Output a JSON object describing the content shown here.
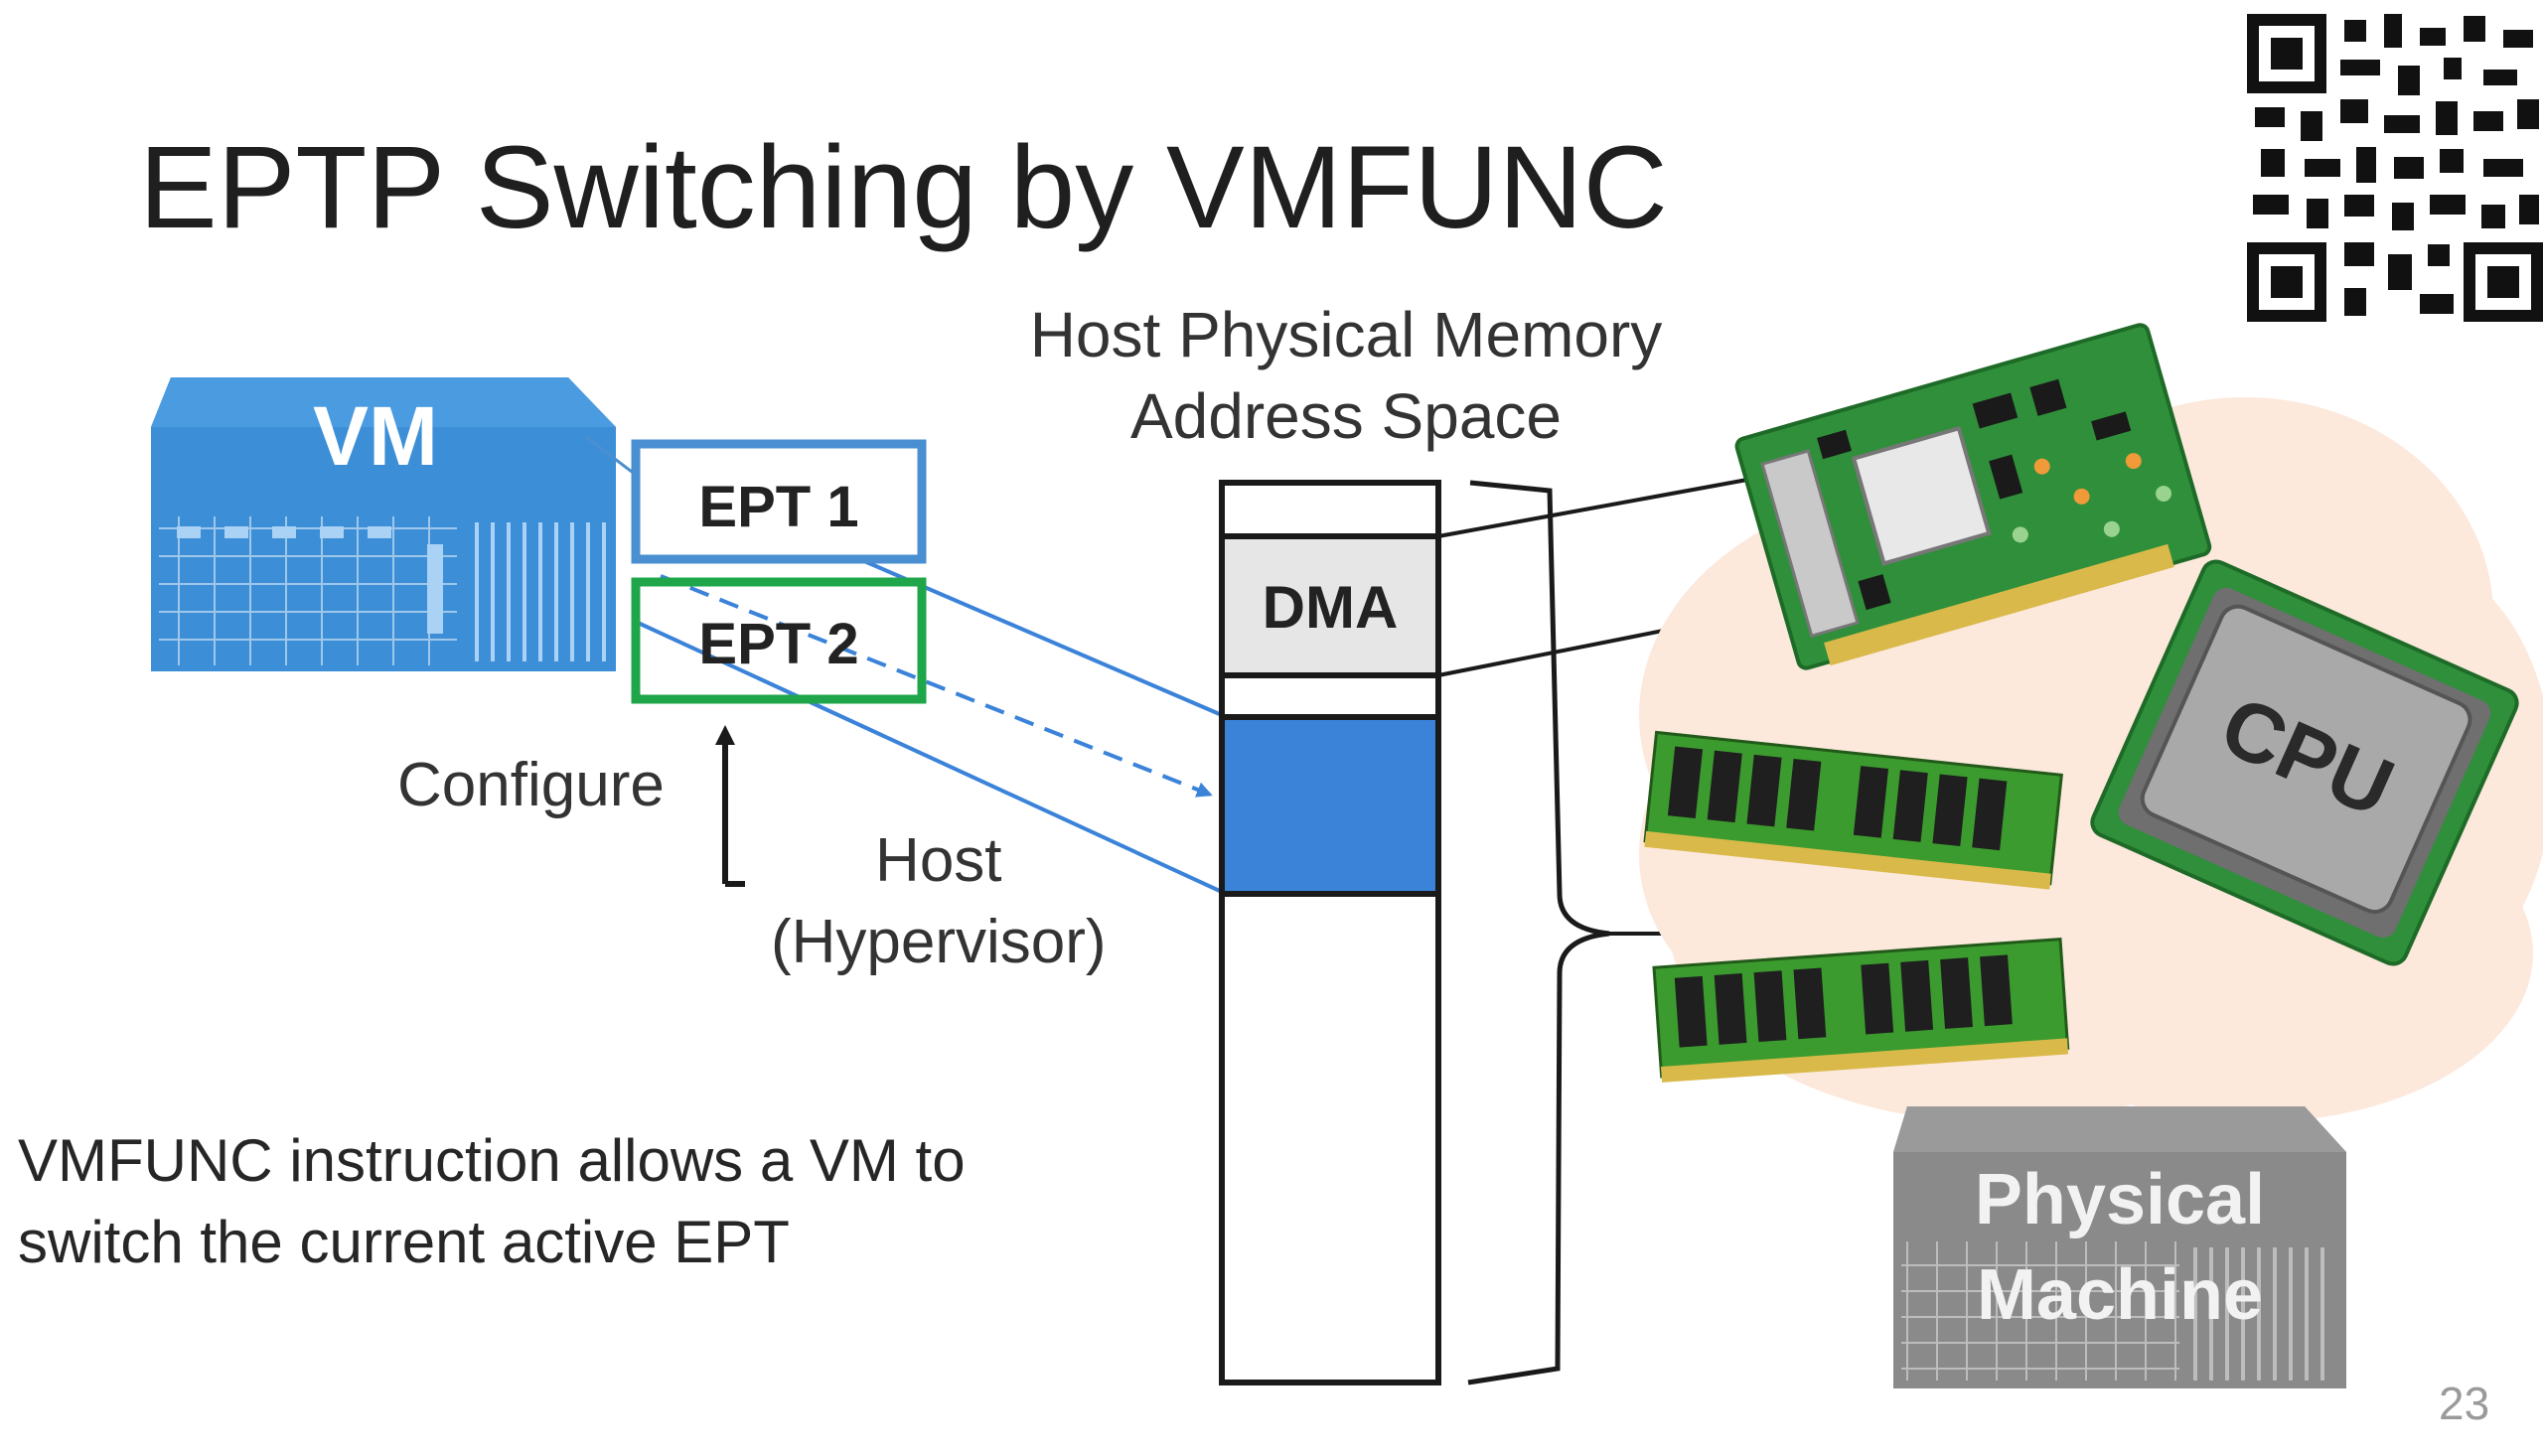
{
  "slide": {
    "title": "EPTP Switching by VMFUNC",
    "memory_label_line1": "Host Physical Memory",
    "memory_label_line2": "Address Space",
    "vm_label": "VM",
    "ept1_label": "EPT 1",
    "ept2_label": "EPT 2",
    "dma_label": "DMA",
    "configure_label": "Configure",
    "host_label_line1": "Host",
    "host_label_line2": "(Hypervisor)",
    "description_line1": "VMFUNC instruction allows a VM to",
    "description_line2": "switch the current active EPT",
    "cpu_label": "CPU",
    "physical_machine_line1": "Physical",
    "physical_machine_line2": "Machine",
    "page_number": "23"
  },
  "colors": {
    "vm_blue": "#3c8fd6",
    "ept1_border": "#4a8fd1",
    "ept2_border": "#1fa64a",
    "memory_region_blue": "#3b83d9",
    "cloud_peach": "#fde8dc",
    "pcb_green": "#2f8f3a",
    "ram_green": "#3b9b2e",
    "machine_gray": "#8a8a8a"
  },
  "icons": [
    "qr-code-icon",
    "vm-server-icon",
    "network-card-icon",
    "cpu-chip-icon",
    "ram-module-icon",
    "physical-server-icon"
  ]
}
